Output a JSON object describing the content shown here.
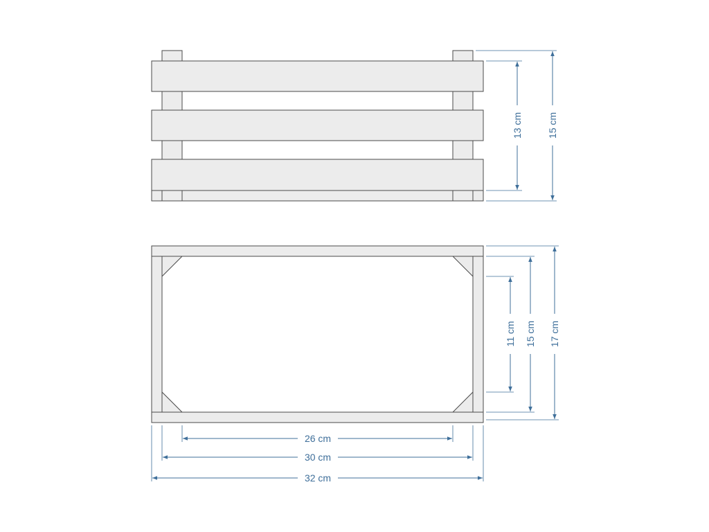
{
  "dimensions": {
    "front_height_inner": "13 cm",
    "front_height_outer": "15 cm",
    "top_depth_slot": "11 cm",
    "top_depth_inner": "15 cm",
    "top_depth_outer": "17 cm",
    "width_slot": "26 cm",
    "width_inner": "30 cm",
    "width_outer": "32 cm"
  },
  "colors": {
    "part_fill": "#ececec",
    "outline": "#4a4a4a",
    "dimension": "#3f6f9a"
  }
}
